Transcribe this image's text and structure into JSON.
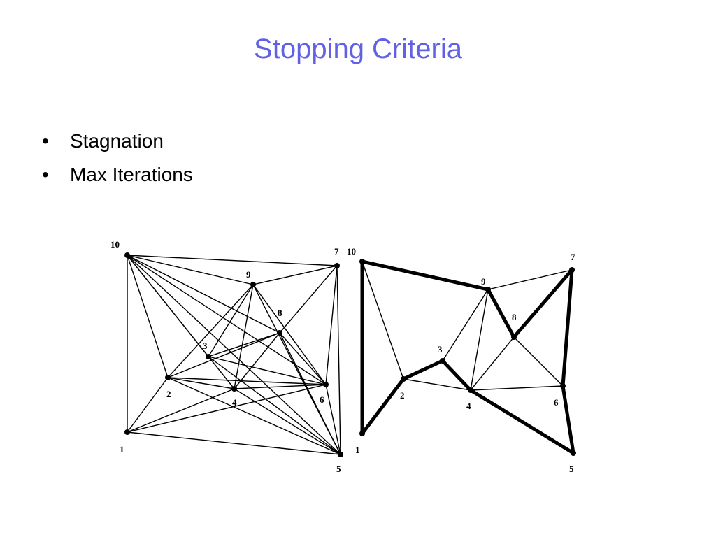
{
  "slide": {
    "title": "Stopping Criteria",
    "bullets": [
      {
        "symbol": "•",
        "text": "Stagnation"
      },
      {
        "symbol": "•",
        "text": "Max Iterations"
      }
    ]
  },
  "graph_left": {
    "nodes": [
      {
        "id": "1",
        "label": "1"
      },
      {
        "id": "2",
        "label": "2"
      },
      {
        "id": "3",
        "label": "3"
      },
      {
        "id": "4",
        "label": "4"
      },
      {
        "id": "5",
        "label": "5"
      },
      {
        "id": "6",
        "label": "6"
      },
      {
        "id": "7",
        "label": "7"
      },
      {
        "id": "8",
        "label": "8"
      },
      {
        "id": "9",
        "label": "9"
      },
      {
        "id": "10",
        "label": "10"
      }
    ],
    "edges": [
      [
        "10",
        "7"
      ],
      [
        "10",
        "9"
      ],
      [
        "10",
        "8"
      ],
      [
        "10",
        "6"
      ],
      [
        "10",
        "5"
      ],
      [
        "10",
        "4"
      ],
      [
        "10",
        "3"
      ],
      [
        "10",
        "2"
      ],
      [
        "10",
        "1"
      ],
      [
        "7",
        "9"
      ],
      [
        "7",
        "8"
      ],
      [
        "7",
        "6"
      ],
      [
        "7",
        "5"
      ],
      [
        "9",
        "2"
      ],
      [
        "9",
        "3"
      ],
      [
        "9",
        "4"
      ],
      [
        "9",
        "6"
      ],
      [
        "9",
        "5"
      ],
      [
        "8",
        "2"
      ],
      [
        "8",
        "3"
      ],
      [
        "8",
        "4"
      ],
      [
        "8",
        "6"
      ],
      [
        "8",
        "5"
      ],
      [
        "3",
        "6"
      ],
      [
        "3",
        "5"
      ],
      [
        "2",
        "4"
      ],
      [
        "2",
        "6"
      ],
      [
        "2",
        "5"
      ],
      [
        "2",
        "1"
      ],
      [
        "4",
        "6"
      ],
      [
        "4",
        "5"
      ],
      [
        "4",
        "1"
      ],
      [
        "6",
        "1"
      ],
      [
        "6",
        "5"
      ],
      [
        "1",
        "5"
      ]
    ]
  },
  "graph_right": {
    "nodes": [
      {
        "id": "1",
        "label": "1"
      },
      {
        "id": "2",
        "label": "2"
      },
      {
        "id": "3",
        "label": "3"
      },
      {
        "id": "4",
        "label": "4"
      },
      {
        "id": "5",
        "label": "5"
      },
      {
        "id": "6",
        "label": "6"
      },
      {
        "id": "7",
        "label": "7"
      },
      {
        "id": "8",
        "label": "8"
      },
      {
        "id": "9",
        "label": "9"
      },
      {
        "id": "10",
        "label": "10"
      }
    ],
    "edges": [
      [
        "10",
        "9"
      ],
      [
        "10",
        "2"
      ],
      [
        "10",
        "1"
      ],
      [
        "9",
        "8"
      ],
      [
        "9",
        "7"
      ],
      [
        "9",
        "3"
      ],
      [
        "9",
        "4"
      ],
      [
        "8",
        "7"
      ],
      [
        "8",
        "4"
      ],
      [
        "8",
        "6"
      ],
      [
        "7",
        "6"
      ],
      [
        "3",
        "2"
      ],
      [
        "3",
        "4"
      ],
      [
        "2",
        "1"
      ],
      [
        "2",
        "4"
      ],
      [
        "4",
        "6"
      ],
      [
        "4",
        "5"
      ],
      [
        "6",
        "5"
      ]
    ],
    "tour": [
      "10",
      "9",
      "8",
      "7",
      "6",
      "5",
      "4",
      "3",
      "2",
      "1",
      "10"
    ]
  }
}
